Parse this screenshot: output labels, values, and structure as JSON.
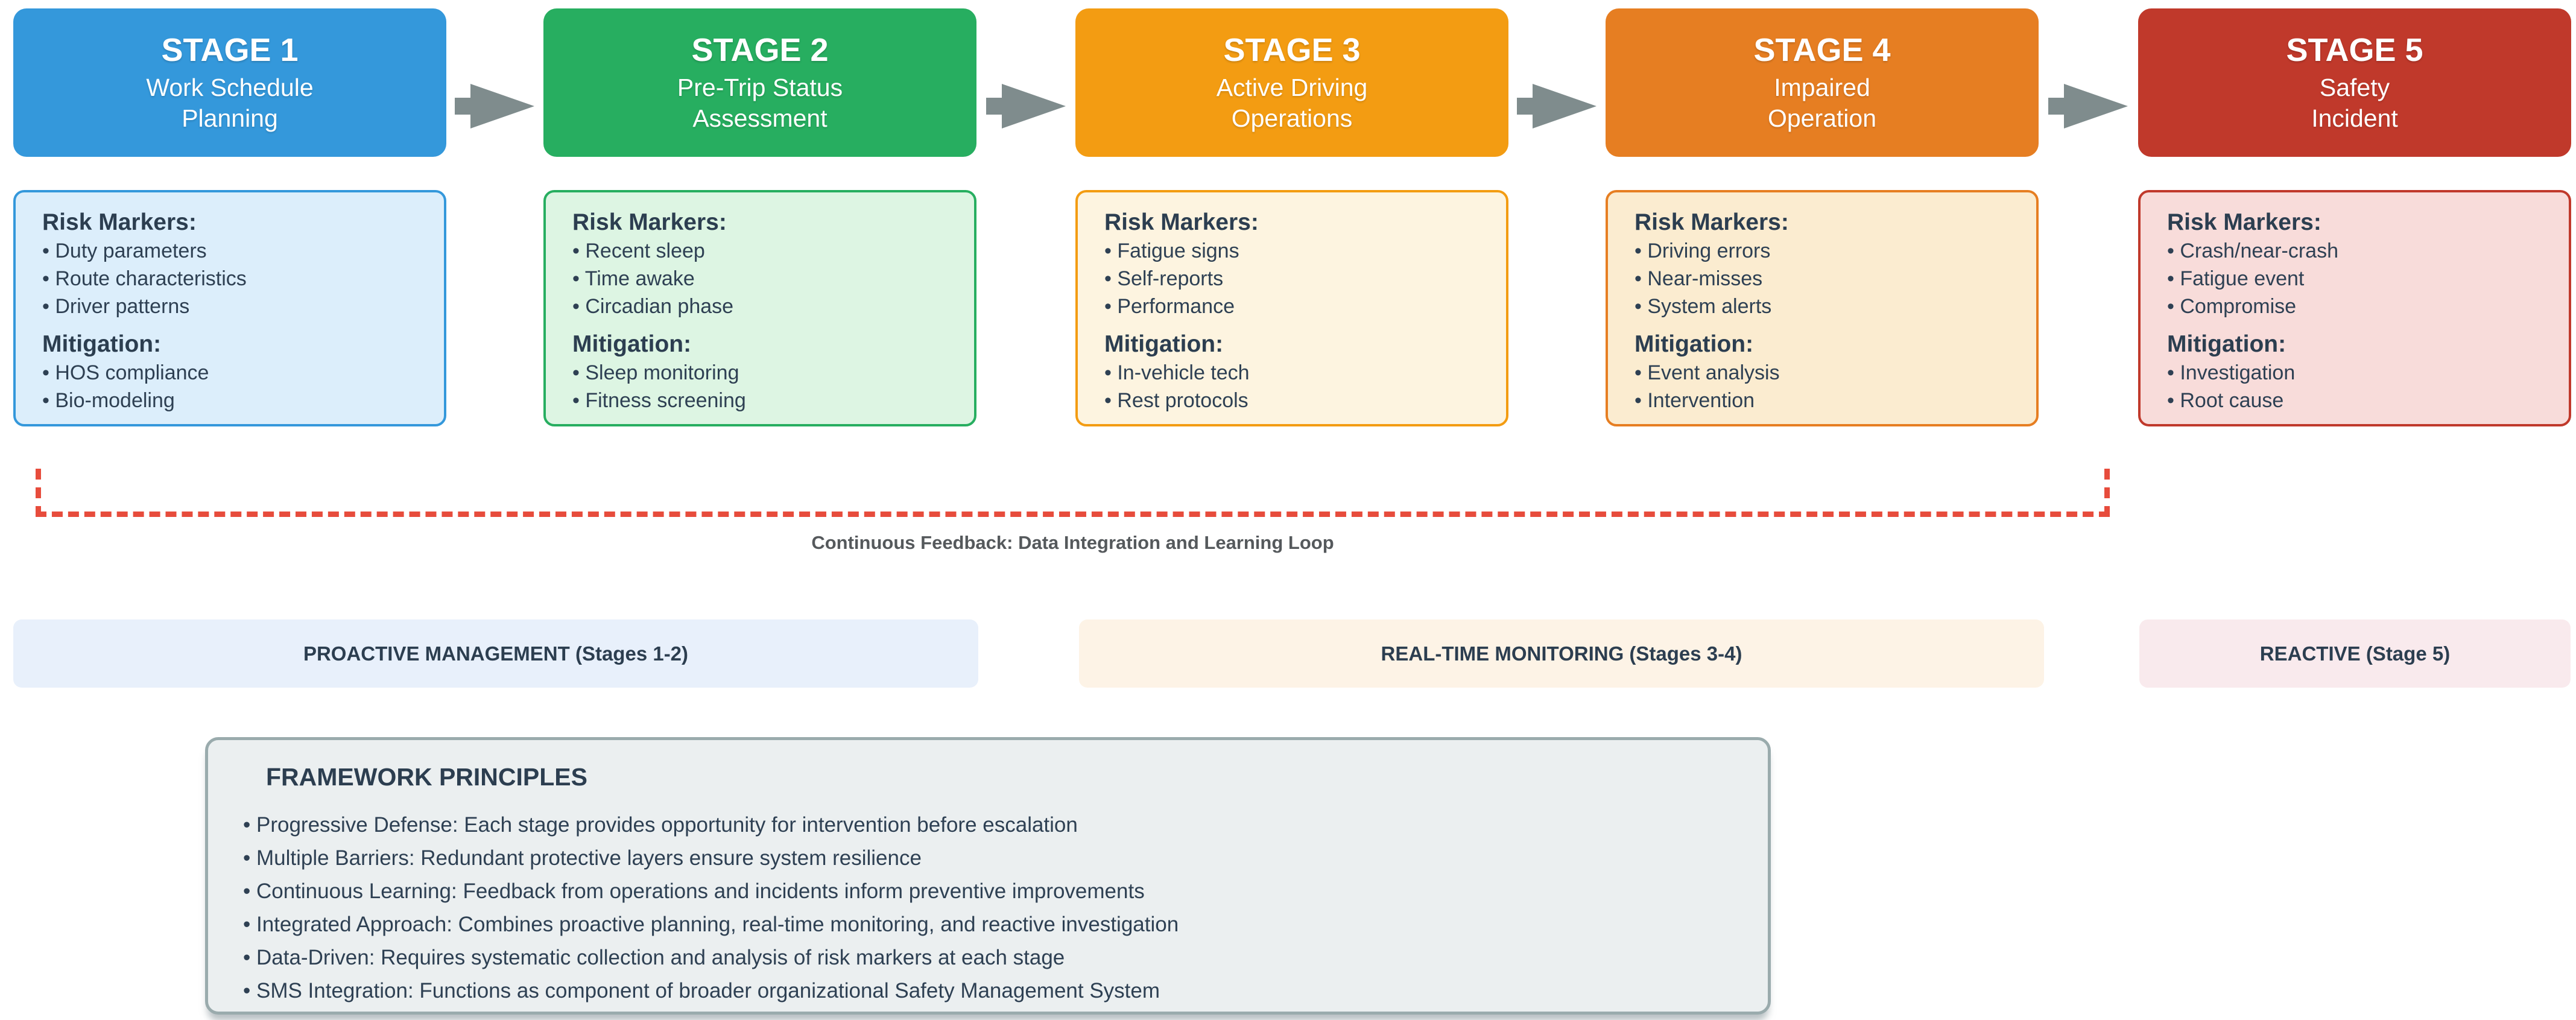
{
  "colors": {
    "background": "#ffffff",
    "arrow": "#7f8c8d",
    "feedback_line": "#e74c3c",
    "feedback_text": "#55595c",
    "heading_text": "#2c3e50",
    "body_text": "#2e4053"
  },
  "stages": [
    {
      "title": "STAGE 1",
      "subtitle": "Work Schedule\nPlanning",
      "header_bg": "#3498db",
      "panel_bg": "#dceefb",
      "panel_border": "#3498db",
      "risk_heading": "Risk Markers:",
      "risk_markers": [
        "• Duty parameters",
        "• Route characteristics",
        "• Driver patterns"
      ],
      "mitigation_heading": "Mitigation:",
      "mitigations": [
        "• HOS compliance",
        "• Bio-modeling"
      ]
    },
    {
      "title": "STAGE 2",
      "subtitle": "Pre-Trip Status\nAssessment",
      "header_bg": "#27ae60",
      "panel_bg": "#ddf5e3",
      "panel_border": "#27ae60",
      "risk_heading": "Risk Markers:",
      "risk_markers": [
        "• Recent sleep",
        "• Time awake",
        "• Circadian phase"
      ],
      "mitigation_heading": "Mitigation:",
      "mitigations": [
        "• Sleep monitoring",
        "• Fitness screening"
      ]
    },
    {
      "title": "STAGE 3",
      "subtitle": "Active Driving\nOperations",
      "header_bg": "#f39c12",
      "panel_bg": "#fdf4e0",
      "panel_border": "#f39c12",
      "risk_heading": "Risk Markers:",
      "risk_markers": [
        "• Fatigue signs",
        "• Self-reports",
        "• Performance"
      ],
      "mitigation_heading": "Mitigation:",
      "mitigations": [
        "• In-vehicle tech",
        "• Rest protocols"
      ]
    },
    {
      "title": "STAGE 4",
      "subtitle": "Impaired\nOperation",
      "header_bg": "#e67e22",
      "panel_bg": "#fbecd0",
      "panel_border": "#e67e22",
      "risk_heading": "Risk Markers:",
      "risk_markers": [
        "• Driving errors",
        "• Near-misses",
        "• System alerts"
      ],
      "mitigation_heading": "Mitigation:",
      "mitigations": [
        "• Event analysis",
        "• Intervention"
      ]
    },
    {
      "title": "STAGE 5",
      "subtitle": "Safety\nIncident",
      "header_bg": "#c0392b",
      "panel_bg": "#f8dcda",
      "panel_border": "#c0392b",
      "risk_heading": "Risk Markers:",
      "risk_markers": [
        "• Crash/near-crash",
        "• Fatigue event",
        "• Compromise"
      ],
      "mitigation_heading": "Mitigation:",
      "mitigations": [
        "• Investigation",
        "• Root cause"
      ]
    }
  ],
  "feedback": {
    "label": "Continuous Feedback: Data Integration and Learning Loop"
  },
  "bands": [
    {
      "label": "PROACTIVE MANAGEMENT (Stages 1-2)",
      "bg": "#e8f0fb"
    },
    {
      "label": "REAL-TIME MONITORING (Stages 3-4)",
      "bg": "#fdf3e6"
    },
    {
      "label": "REACTIVE (Stage 5)",
      "bg": "#f9eaed"
    }
  ],
  "principles": {
    "title": "FRAMEWORK PRINCIPLES",
    "items": [
      "• Progressive Defense: Each stage provides opportunity for intervention before escalation",
      "• Multiple Barriers: Redundant protective layers ensure system resilience",
      "• Continuous Learning: Feedback from operations and incidents inform preventive improvements",
      "• Integrated Approach: Combines proactive planning, real-time monitoring, and reactive investigation",
      "• Data-Driven: Requires systematic collection and analysis of risk markers at each stage",
      "• SMS Integration: Functions as component of broader organizational Safety Management System"
    ]
  }
}
